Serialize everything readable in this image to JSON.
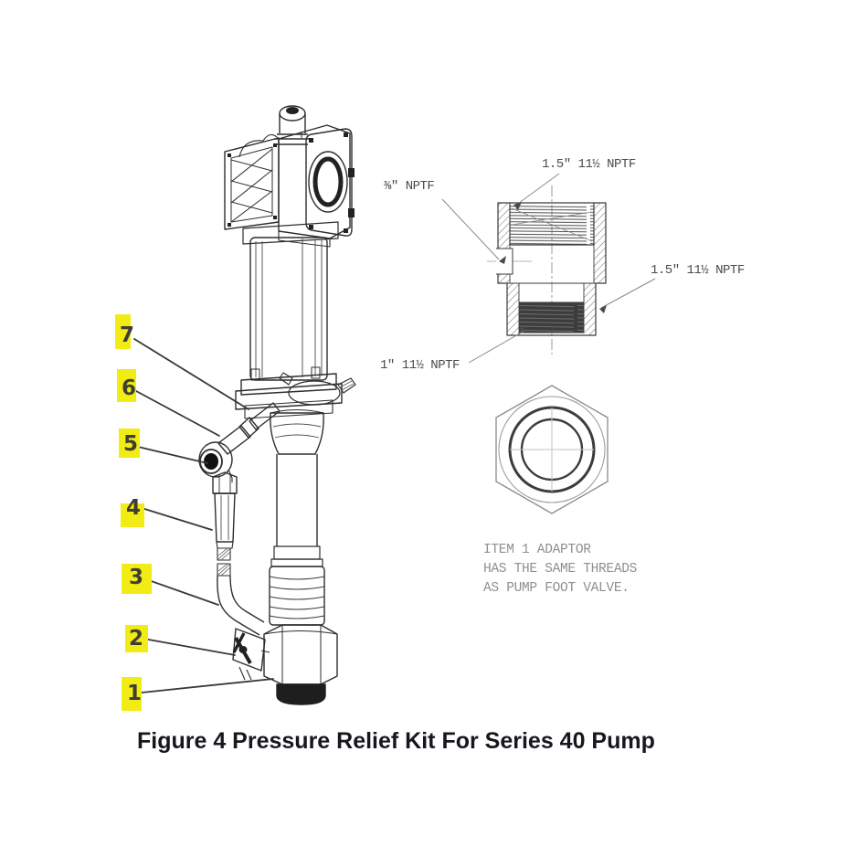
{
  "figure": {
    "caption": "Figure 4 Pressure Relief Kit For Series 40 Pump"
  },
  "callouts": [
    {
      "number": "7",
      "points_to": "relief-pipe-nipple-upper"
    },
    {
      "number": "6",
      "points_to": "relief-pipe-coupling"
    },
    {
      "number": "5",
      "points_to": "relief-elbow"
    },
    {
      "number": "4",
      "points_to": "relief-valve-body"
    },
    {
      "number": "3",
      "points_to": "relief-hose"
    },
    {
      "number": "2",
      "points_to": "drain-petcock"
    },
    {
      "number": "1",
      "points_to": "foot-adaptor"
    }
  ],
  "detail": {
    "labels": {
      "port": "⅜\" NPTF",
      "top_thread": "1.5\" 11½ NPTF",
      "side_thread": "1.5\" 11½ NPTF",
      "bottom_thread": "1\" 11½ NPTF"
    },
    "note_lines": [
      "ITEM 1  ADAPTOR",
      "HAS THE SAME THREADS",
      "AS PUMP FOOT VALVE."
    ]
  },
  "colors": {
    "highlight": "#f2ec15",
    "drawing_line": "#2e2e2e",
    "label_text": "#4b4b4b",
    "note_text": "#8f8f8f",
    "caption_text": "#17171e",
    "background": "#ffffff"
  }
}
